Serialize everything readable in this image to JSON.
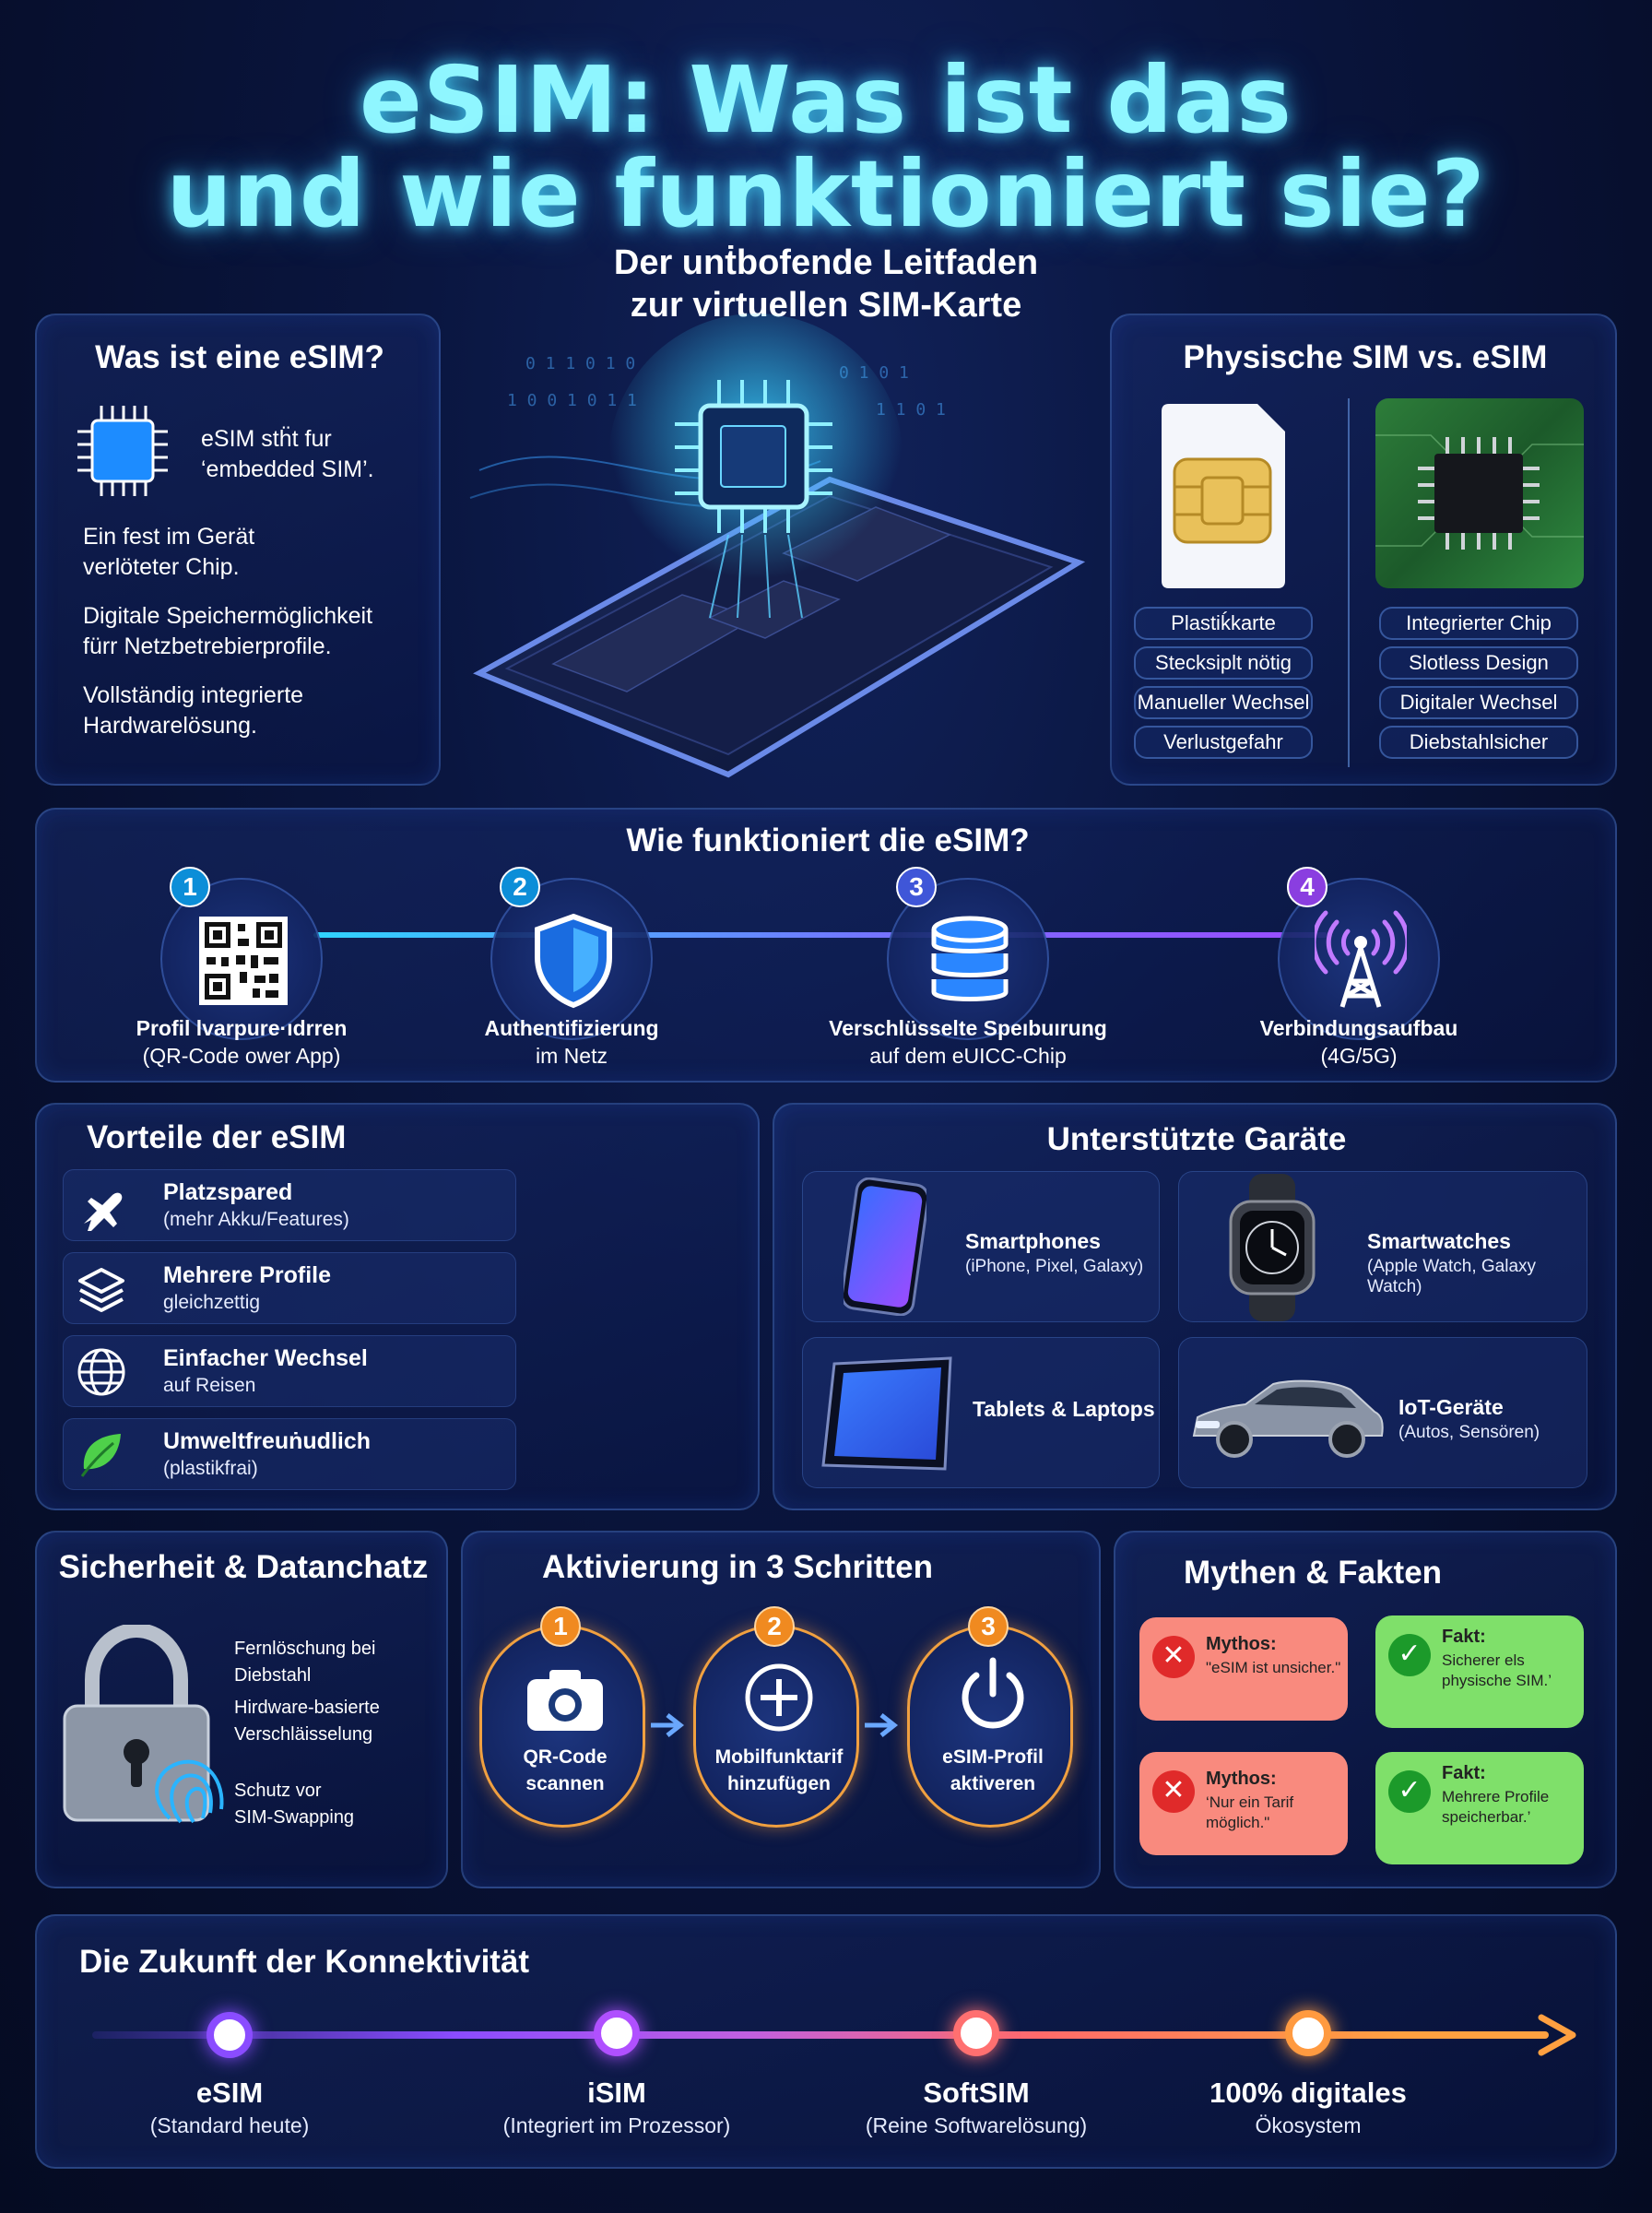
{
  "header": {
    "title_line1": "eSIM: Was ist das",
    "title_line2": "und wie funktioniert sie?",
    "subtitle_line1": "Der unṫbofende Leitfaden",
    "subtitle_line2": "zur virtuellen SIM-Karte"
  },
  "what_is": {
    "heading": "Was ist eine eSIM?",
    "intro_line1": "eSIM stḧt fur",
    "intro_line2": "‘embedded SIM’.",
    "points": [
      [
        "Ein fest im Gerät",
        "verlöteter Chip."
      ],
      [
        "Digitale Speichermöglichkeit",
        "fürr Netzbetrebierprofile."
      ],
      [
        "Vollständig integrierte",
        "Hardwarelösung."
      ]
    ]
  },
  "compare": {
    "heading": "Physische SIM vs. eSIM",
    "physical": [
      "Plastiḱkarte",
      "Stecksiplt nötig",
      "Manueller Wechsel",
      "Verlustgefahr"
    ],
    "esim": [
      "Integrierter Chip",
      "Slotless Design",
      "Digitaler Wechsel",
      "Diebstahlsicher"
    ]
  },
  "how": {
    "heading": "Wie funktioniert die eSIM?",
    "steps": [
      {
        "num": "1",
        "line1": "Profil lvarpure·ıdrren",
        "line2": "(QR-Code ower App)"
      },
      {
        "num": "2",
        "line1": "Authentifizierung",
        "line2": "im Netz"
      },
      {
        "num": "3",
        "line1": "Verschlüsselte Speıbuırung",
        "line2": "auf dem eUICC-Chip"
      },
      {
        "num": "4",
        "line1": "Verbindungsaufbau",
        "line2": "(4G/5G)"
      }
    ]
  },
  "advantages": {
    "heading": "Vorteile der eSIM",
    "items": [
      {
        "icon": "airplane-icon",
        "t1": "Platzspared",
        "t2": "(mehr Akku/Features)"
      },
      {
        "icon": "layers-icon",
        "t1": "Mehrere Profile",
        "t2": "gleichzettig"
      },
      {
        "icon": "globe-icon",
        "t1": "Einfacher Wechsel",
        "t2": "auf Reisen"
      },
      {
        "icon": "leaf-icon",
        "t1": "Umweltfreuṅudlich",
        "t2": "(plastikfrai)"
      }
    ]
  },
  "devices": {
    "heading": "Unterstützte Garäte",
    "items": [
      {
        "t1": "Smartphones",
        "t2": "(iPhone, Pixel, Galaxy)"
      },
      {
        "t1": "Smartwatches",
        "t2": "(Apple Watch, Galaxy Watch)"
      },
      {
        "t1": "Tablets & Laptops",
        "t2": ""
      },
      {
        "t1": "IoT-Geräte",
        "t2": "(Autos, Sensören)"
      }
    ]
  },
  "security": {
    "heading": "Sicherheit & Datanchatz",
    "points": [
      [
        "Fernlöschung bei Diebstahl"
      ],
      [
        "Hirdware-basierte",
        "Verschläisselung"
      ],
      [
        "Schutz vor",
        "SIM-Swapping"
      ]
    ]
  },
  "activation": {
    "heading": "Aktivierung in 3 Schritten",
    "steps": [
      {
        "num": "1",
        "line1": "QR-Code",
        "line2": "scannen"
      },
      {
        "num": "2",
        "line1": "Mobilfunktarif",
        "line2": "hinzufügen"
      },
      {
        "num": "3",
        "line1": "eSIM-Profil",
        "line2": "aktiveren"
      }
    ]
  },
  "myths": {
    "heading": "Mythen & Fakten",
    "items": [
      {
        "kind": "myth",
        "title": "Mythos:",
        "text": "\"eSIM ist unsicher.\""
      },
      {
        "kind": "fact",
        "title": "Fakt:",
        "text": "Sicherer els physische SIM.’"
      },
      {
        "kind": "myth",
        "title": "Mythos:",
        "text": "‘Nur ein Tarif möglich.\""
      },
      {
        "kind": "fact",
        "title": "Fakt:",
        "text": "Mehrere Profile speicherbar.’"
      }
    ]
  },
  "future": {
    "heading": "Die Zukunft der Konnektivität",
    "items": [
      {
        "a": "eSIM",
        "b": "(Standard heute)"
      },
      {
        "a": "iSIM",
        "b": "(Integriert im Prozessor)"
      },
      {
        "a": "SoftSIM",
        "b": "(Reine Softwarelösung)"
      },
      {
        "a": "100% digitales",
        "b": "Ökosystem"
      }
    ]
  }
}
